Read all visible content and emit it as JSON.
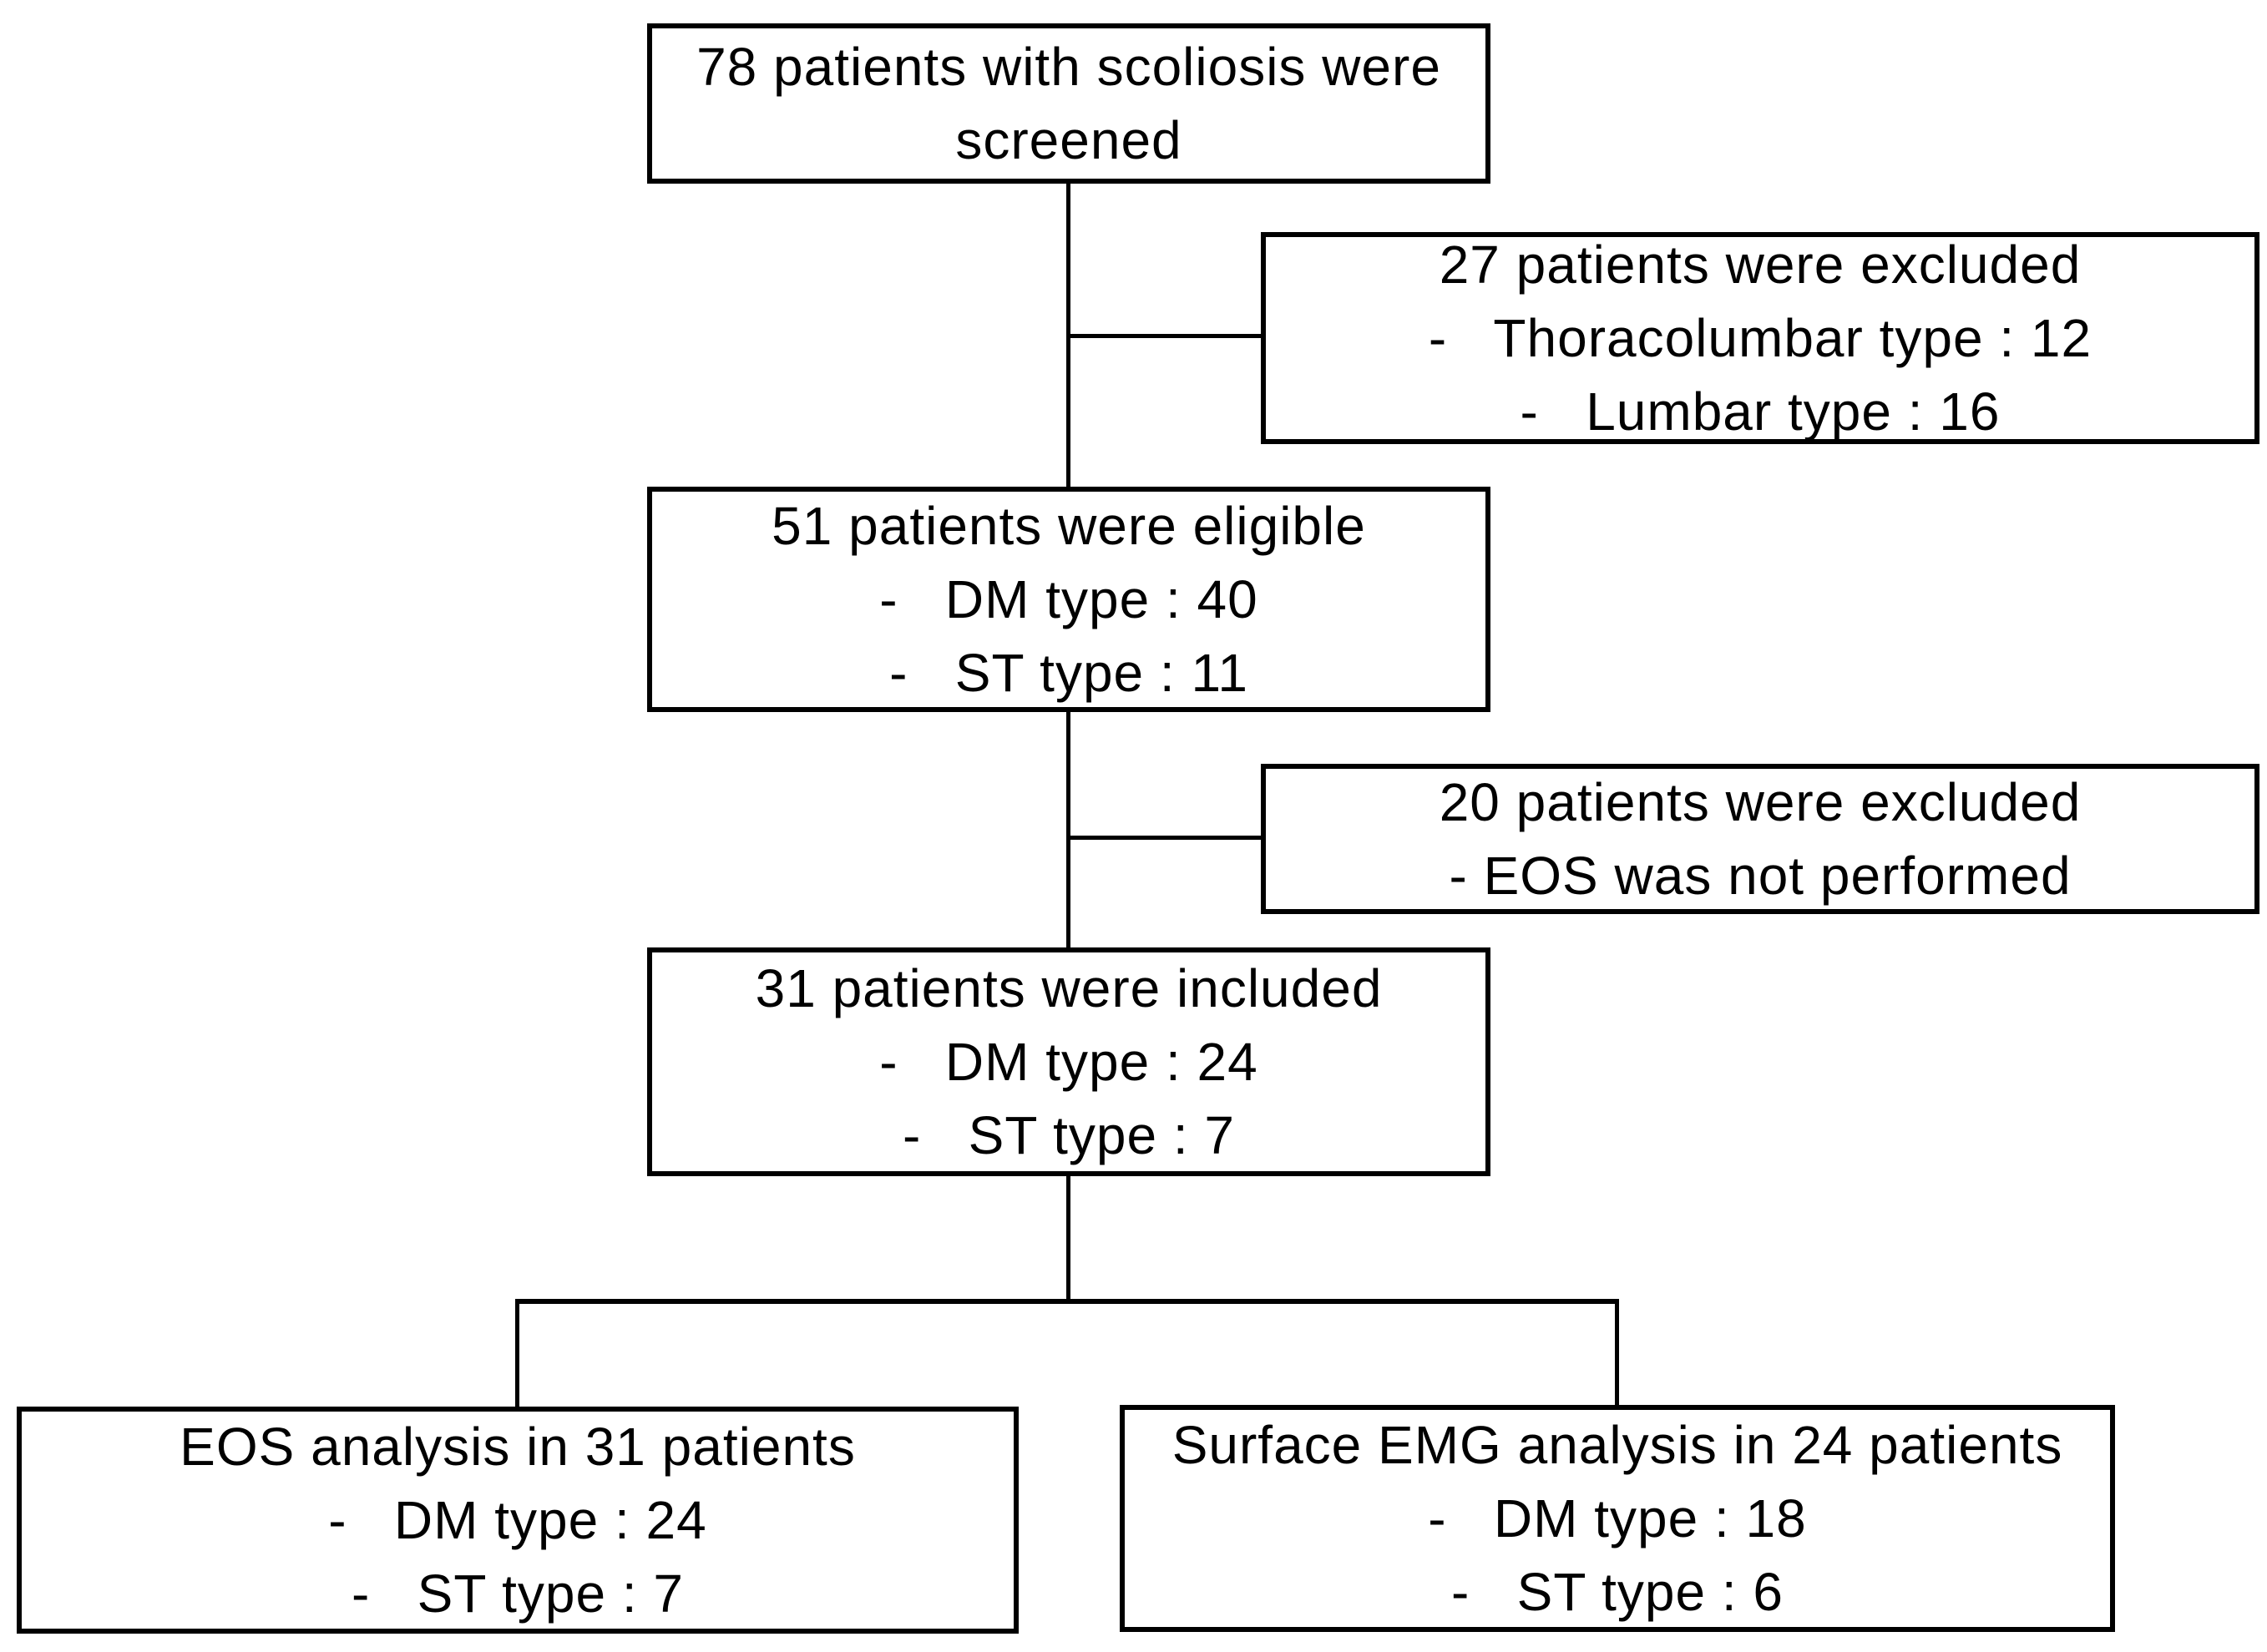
{
  "colors": {
    "background": "#ffffff",
    "box_border": "#000000",
    "box_fill": "#ffffff",
    "text": "#000000",
    "connector": "#000000"
  },
  "nodes": {
    "screened": {
      "lines": [
        "78 patients with scoliosis were",
        "screened"
      ]
    },
    "excluded_1": {
      "lines": [
        "27 patients were excluded",
        "-   Thoracolumbar type : 12",
        "-   Lumbar type : 16"
      ]
    },
    "eligible": {
      "lines": [
        "51 patients were eligible",
        "-   DM type : 40",
        "-   ST type : 11"
      ]
    },
    "excluded_2": {
      "lines": [
        "20 patients were excluded",
        "- EOS was not performed"
      ]
    },
    "included": {
      "lines": [
        "31 patients were included",
        "-   DM type : 24",
        "-   ST type : 7"
      ]
    },
    "eos_analysis": {
      "lines": [
        "EOS analysis in 31 patients",
        "-   DM type : 24",
        "-   ST type : 7"
      ]
    },
    "emg_analysis": {
      "lines": [
        "Surface EMG analysis in 24 patients",
        "-   DM type : 18",
        "-   ST type : 6"
      ]
    }
  }
}
